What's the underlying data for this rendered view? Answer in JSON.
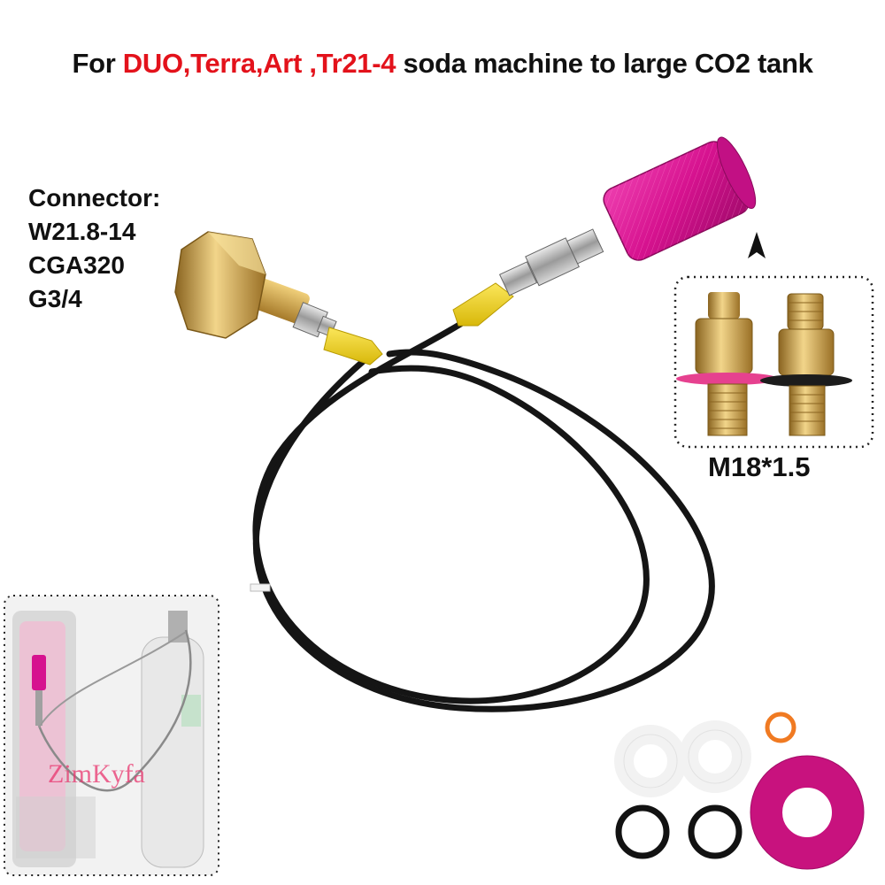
{
  "title": {
    "prefix": "For ",
    "highlight": "DUO,Terra,Art ,Tr21-4",
    "suffix": " soda machine to large CO2  tank"
  },
  "connector_info": {
    "heading": "Connector:",
    "specs": [
      "W21.8-14",
      "CGA320",
      "G3/4"
    ]
  },
  "thread_label": "M18*1.5",
  "watermark": "ZimKyfa",
  "colors": {
    "highlight": "#e3121b",
    "pink_cap": "#d6128f",
    "brass": "#c9a04a",
    "hose": "#151515",
    "yellow_sleeve": "#f3d31a"
  }
}
